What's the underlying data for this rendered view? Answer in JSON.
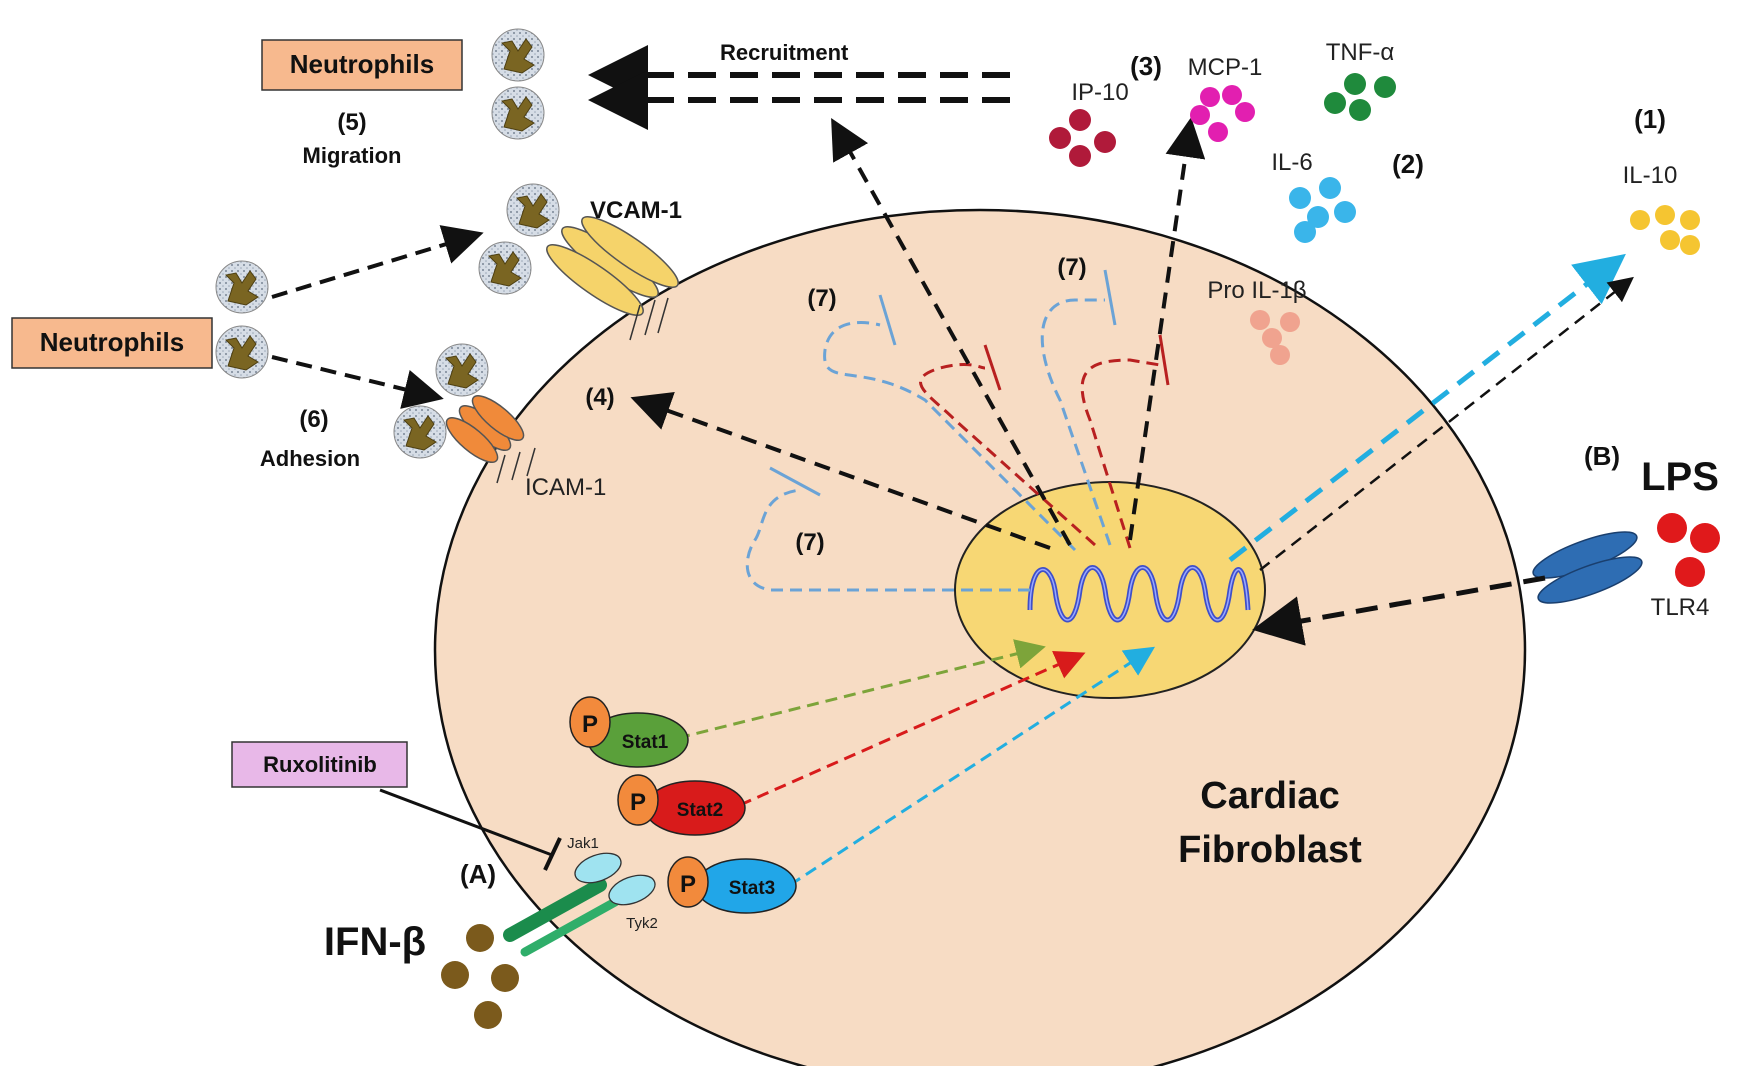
{
  "cell": {
    "line1": "Cardiac",
    "line2": "Fibroblast"
  },
  "neutrophils": {
    "top_label": "Neutrophils",
    "left_label": "Neutrophils"
  },
  "labels": {
    "recruitment": "Recruitment",
    "step5": "(5)",
    "migration": "Migration",
    "step6": "(6)",
    "adhesion": "Adhesion",
    "step4": "(4)",
    "step7a": "(7)",
    "step7b": "(7)",
    "step7c": "(7)",
    "step3": "(3)",
    "step2": "(2)",
    "step1": "(1)",
    "stepA": "(A)",
    "stepB": "(B)"
  },
  "molecules": {
    "vcam": "VCAM-1",
    "icam": "ICAM-1",
    "ip10": "IP-10",
    "mcp1": "MCP-1",
    "tnfa": "TNF-α",
    "il6": "IL-6",
    "il10": "IL-10",
    "proil1b": "Pro IL-1β",
    "lps": "LPS",
    "tlr4": "TLR4",
    "ifnb": "IFN-β",
    "ruxolitinib": "Ruxolitinib",
    "jak1": "Jak1",
    "tyk2": "Tyk2",
    "stat1": "Stat1",
    "stat2": "Stat2",
    "stat3": "Stat3",
    "p": "P"
  },
  "colors": {
    "cell": "#f7dcc4",
    "nucleus": "#f7d774",
    "dna": "#3f4fc9",
    "stat1": "#5aa03a",
    "stat2": "#d81b1b",
    "stat3": "#21a6e8",
    "p": "#f28a3c",
    "ip10": "#b01a3a",
    "mcp1": "#e21fb0",
    "tnfa": "#1f8a3c",
    "il6": "#3ab5ea",
    "il10": "#f5c531",
    "proil1b": "#f0a38f",
    "lps": "#e0191b",
    "ifnb": "#7b5a1c",
    "tlr4": "#2e6db3",
    "vcam": "#f5d36a",
    "icam": "#f08a3a",
    "neutrophil_box": "#f7b98e",
    "ruxolitinib_box": "#e8b8e8",
    "jak": "#9fe3f0"
  }
}
